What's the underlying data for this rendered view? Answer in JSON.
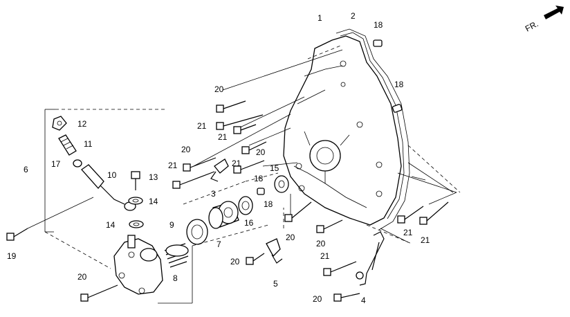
{
  "orientation": {
    "label": "FR."
  },
  "part_labels": {
    "p1": "1",
    "p2": "2",
    "p3": "3",
    "p4": "4",
    "p5": "5",
    "p6": "6",
    "p7": "7",
    "p8": "8",
    "p9": "9",
    "p10": "10",
    "p11": "11",
    "p12": "12",
    "p13": "13",
    "p14": "14",
    "p15": "15",
    "p16": "16",
    "p17": "17",
    "p18": "18",
    "p19": "19",
    "p20": "20",
    "p21": "21"
  }
}
